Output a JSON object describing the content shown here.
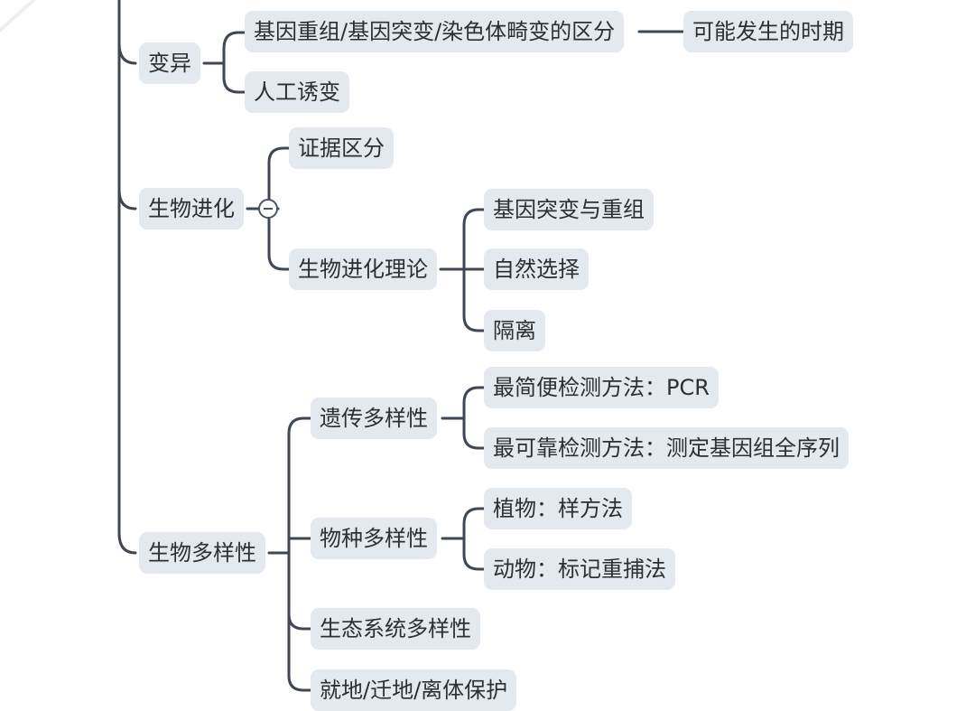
{
  "mindmap": {
    "variation": {
      "label": "变异",
      "distinction": "基因重组/基因突变/染色体畸变的区分",
      "period": "可能发生的时期",
      "artificial": "人工诱变"
    },
    "evolution": {
      "label": "生物进化",
      "evidence": "证据区分",
      "theory": "生物进化理论",
      "mutation_recombination": "基因突变与重组",
      "natural_selection": "自然选择",
      "isolation": "隔离"
    },
    "biodiversity": {
      "label": "生物多样性",
      "genetic": "遗传多样性",
      "simplest_method": "最简便检测方法：PCR",
      "reliable_method": "最可靠检测方法：测定基因组全序列",
      "species": "物种多样性",
      "plants": "植物：样方法",
      "animals": "动物：标记重捕法",
      "ecosystem": "生态系统多样性",
      "protection": "就地/迁地/离体保护"
    }
  },
  "colors": {
    "line": "#3f4754",
    "node_fill": "#e4e8ef",
    "text": "#2b2f36"
  }
}
